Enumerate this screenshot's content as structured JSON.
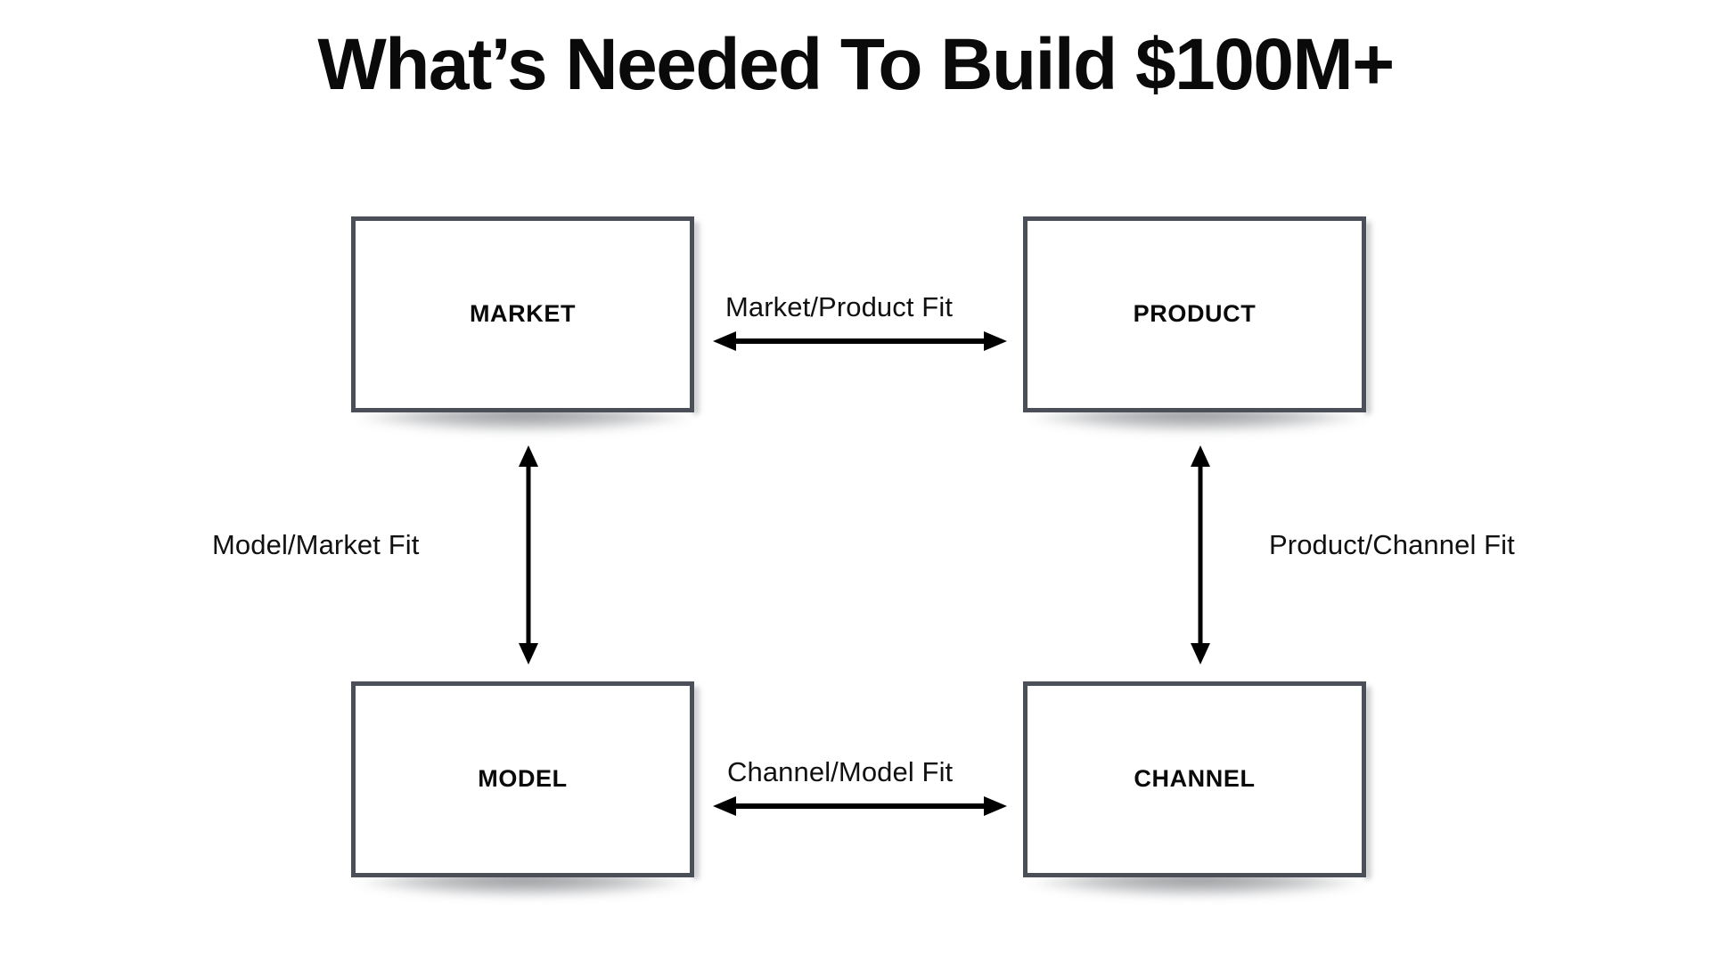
{
  "slide": {
    "title": "What’s Needed To Build $100M+",
    "background_color": "#ffffff"
  },
  "theme": {
    "box_border_color": "#4b4f58",
    "box_fill_color": "#ffffff",
    "text_color": "#0a0a0a",
    "arrow_color": "#000000"
  },
  "diagram": {
    "type": "2x2-node-relationship-diagram",
    "nodes": [
      {
        "id": "market",
        "label": "MARKET",
        "position": "top-left"
      },
      {
        "id": "product",
        "label": "PRODUCT",
        "position": "top-right"
      },
      {
        "id": "model",
        "label": "MODEL",
        "position": "bottom-left"
      },
      {
        "id": "channel",
        "label": "CHANNEL",
        "position": "bottom-right"
      }
    ],
    "edges": [
      {
        "id": "market-product",
        "label": "Market/Product Fit",
        "from": "market",
        "to": "product",
        "orientation": "horizontal",
        "arrowheads": "both"
      },
      {
        "id": "model-market",
        "label": "Model/Market Fit",
        "from": "market",
        "to": "model",
        "orientation": "vertical",
        "arrowheads": "both"
      },
      {
        "id": "product-channel",
        "label": "Product/Channel Fit",
        "from": "product",
        "to": "channel",
        "orientation": "vertical",
        "arrowheads": "both"
      },
      {
        "id": "channel-model",
        "label": "Channel/Model Fit",
        "from": "model",
        "to": "channel",
        "orientation": "horizontal",
        "arrowheads": "both"
      }
    ]
  }
}
